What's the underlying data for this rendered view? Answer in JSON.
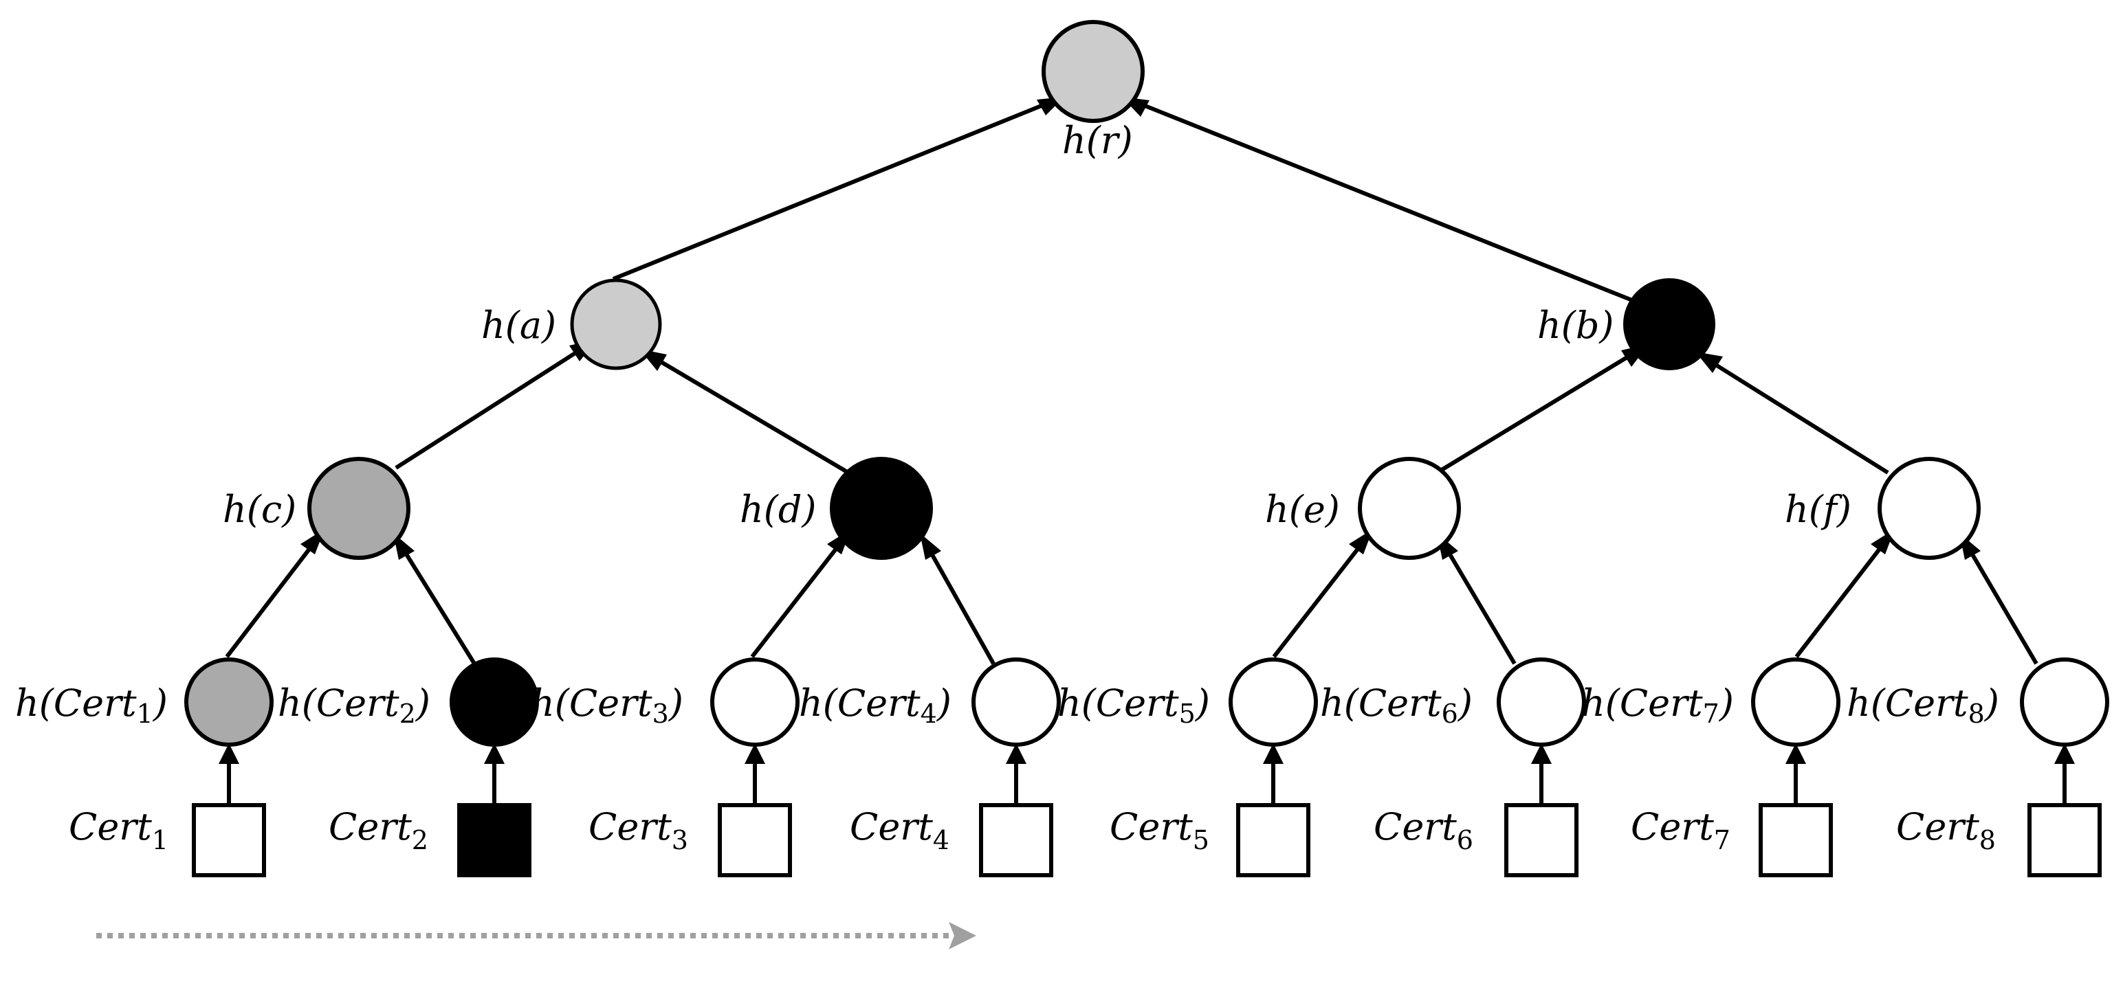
{
  "diagram": {
    "colors": {
      "light_gray": "#cccccc",
      "mid_gray": "#aaaaaa",
      "black": "#000000",
      "white": "#ffffff",
      "h_a_stroke": "#2c4a66",
      "dotted_arrow": "#a0a0a0"
    },
    "nodes": {
      "r": {
        "label": "h(r)",
        "fill": "#cccccc"
      },
      "a": {
        "label": "h(a)",
        "fill": "#cccccc"
      },
      "b": {
        "label": "h(b)",
        "fill": "#000000"
      },
      "c": {
        "label": "h(c)",
        "fill": "#aaaaaa"
      },
      "d": {
        "label": "h(d)",
        "fill": "#000000"
      },
      "e": {
        "label": "h(e)",
        "fill": "#ffffff"
      },
      "f": {
        "label": "h(f)",
        "fill": "#ffffff"
      }
    },
    "hash_leaves": [
      {
        "label": "h(Cert",
        "sub": "1",
        "close": ")",
        "fill": "#aaaaaa"
      },
      {
        "label": "h(Cert",
        "sub": "2",
        "close": ")",
        "fill": "#000000"
      },
      {
        "label": "h(Cert",
        "sub": "3",
        "close": ")",
        "fill": "#ffffff"
      },
      {
        "label": "h(Cert",
        "sub": "4",
        "close": ")",
        "fill": "#ffffff"
      },
      {
        "label": "h(Cert",
        "sub": "5",
        "close": ")",
        "fill": "#ffffff"
      },
      {
        "label": "h(Cert",
        "sub": "6",
        "close": ")",
        "fill": "#ffffff"
      },
      {
        "label": "h(Cert",
        "sub": "7",
        "close": ")",
        "fill": "#ffffff"
      },
      {
        "label": "h(Cert",
        "sub": "8",
        "close": ")",
        "fill": "#ffffff"
      }
    ],
    "certs": [
      {
        "label": "Cert",
        "sub": "1",
        "fill": "#ffffff"
      },
      {
        "label": "Cert",
        "sub": "2",
        "fill": "#000000"
      },
      {
        "label": "Cert",
        "sub": "3",
        "fill": "#ffffff"
      },
      {
        "label": "Cert",
        "sub": "4",
        "fill": "#ffffff"
      },
      {
        "label": "Cert",
        "sub": "5",
        "fill": "#ffffff"
      },
      {
        "label": "Cert",
        "sub": "6",
        "fill": "#ffffff"
      },
      {
        "label": "Cert",
        "sub": "7",
        "fill": "#ffffff"
      },
      {
        "label": "Cert",
        "sub": "8",
        "fill": "#ffffff"
      }
    ]
  }
}
